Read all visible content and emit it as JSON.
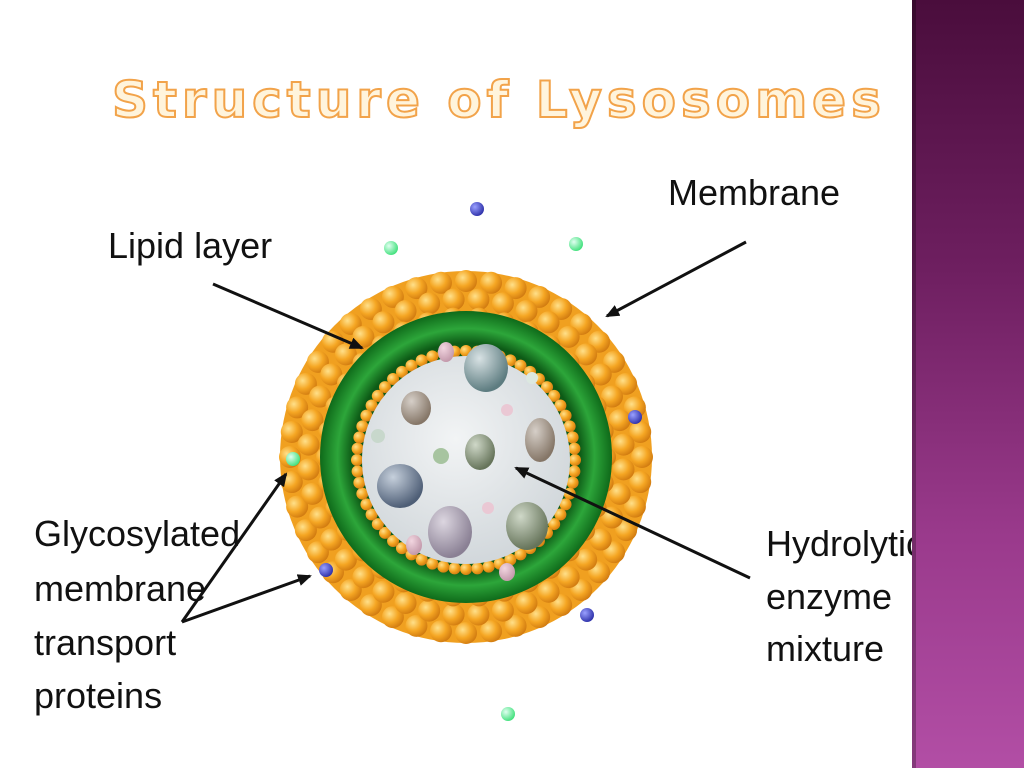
{
  "slide": {
    "title": "Structure of Lysosomes"
  },
  "labels": {
    "membrane": "Membrane",
    "lipid_layer": "Lipid layer",
    "glycosylated": [
      "Glycosylated",
      "membrane",
      "transport",
      "proteins"
    ],
    "hydrolytic": [
      "Hydrolytic",
      "enzyme",
      "mixture"
    ]
  },
  "colors": {
    "sidebar_top": "#4a0d3c",
    "sidebar_bottom": "#b24ea5",
    "title_fill": "#fff4dc",
    "title_outline": "#f2a34a",
    "membrane_orange": "#f5a623",
    "lipid_green": "#1f8a2a",
    "enzyme_fill": "#e4e8ea",
    "protein_blue": "#3a3fc0",
    "protein_green": "#7dff9a"
  }
}
